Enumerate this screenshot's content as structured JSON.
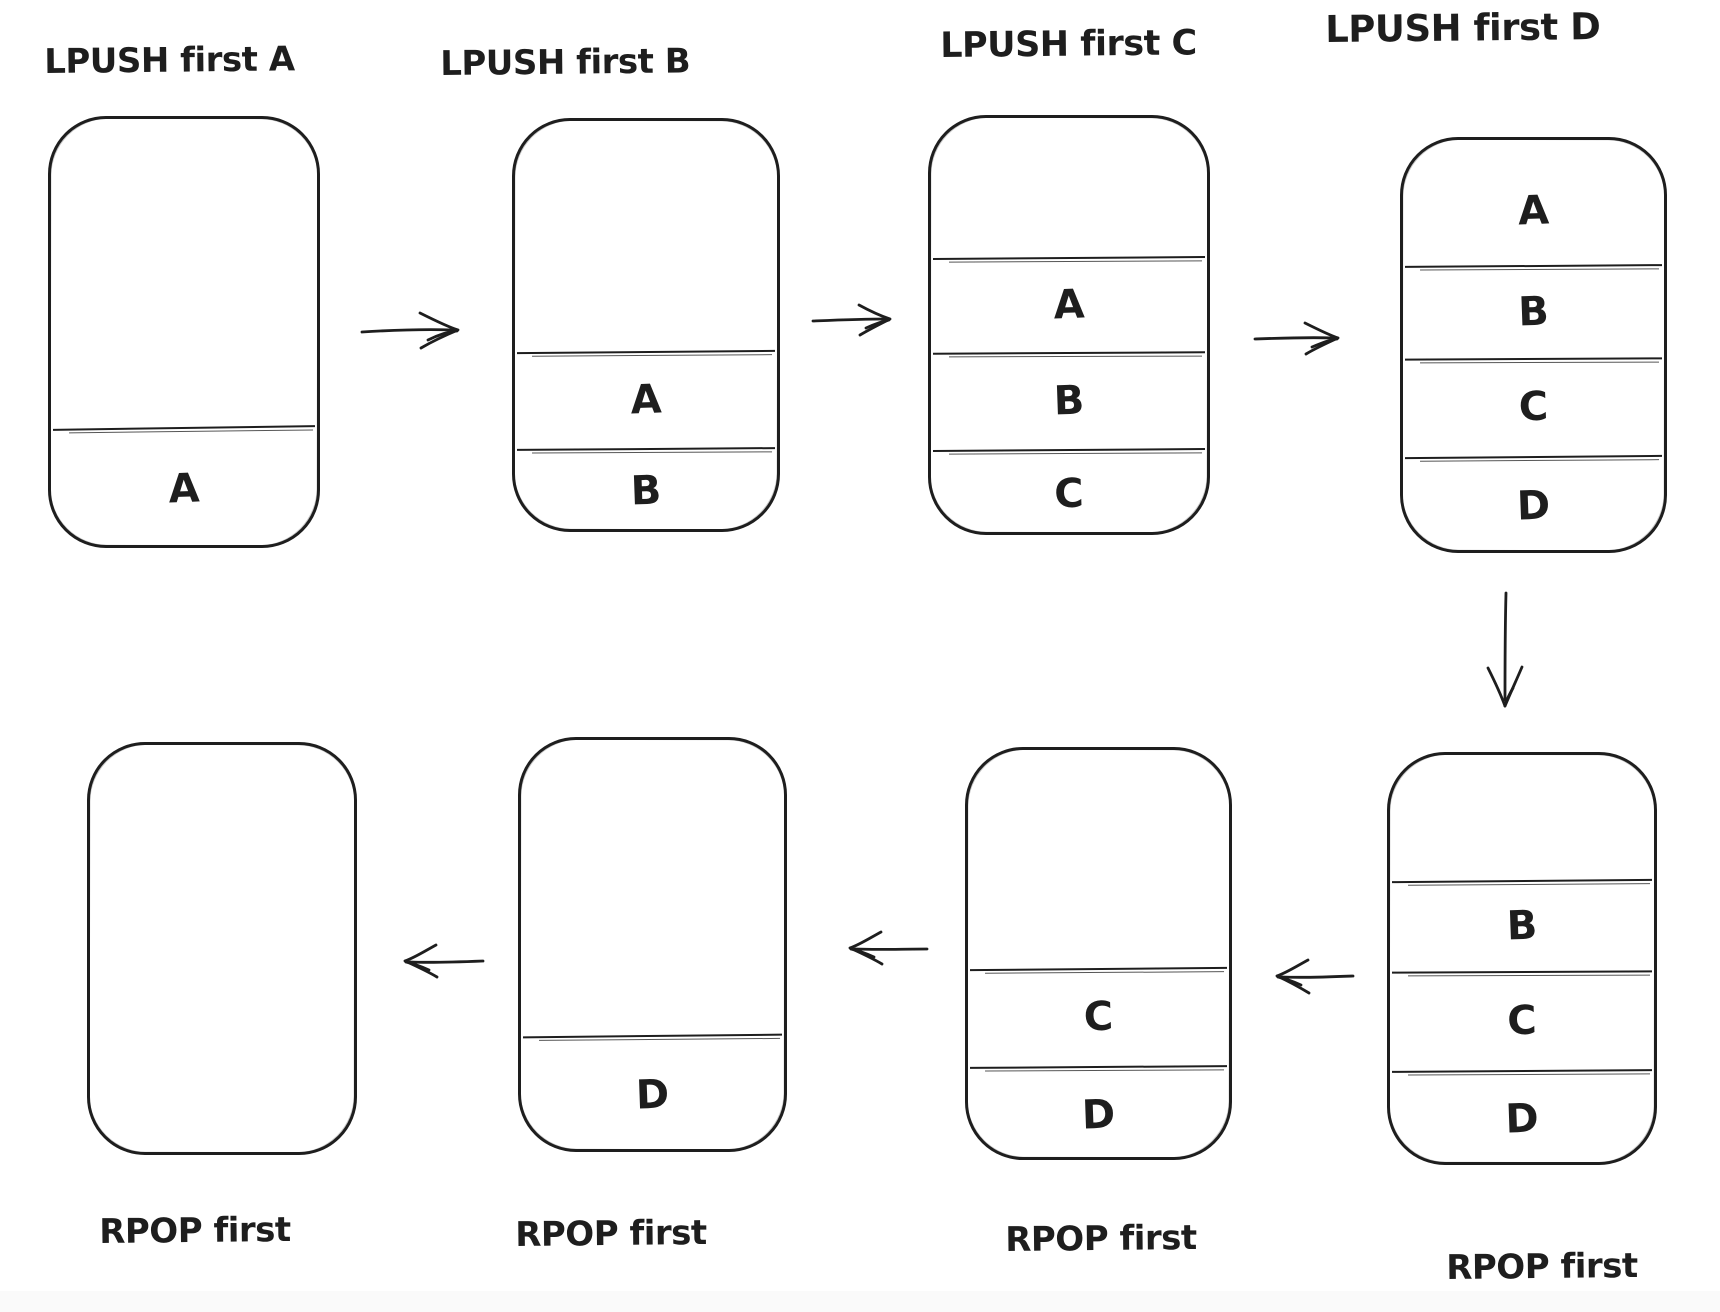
{
  "canvas": {
    "stroke_color": "#1e1e1e",
    "background_color": "#ffffff",
    "footer_strip_color": "#fafafa"
  },
  "lists": [
    {
      "id": "lpush-a",
      "label": "LPUSH first A",
      "items": [
        "A"
      ]
    },
    {
      "id": "lpush-b",
      "label": "LPUSH first B",
      "items": [
        "A",
        "B"
      ]
    },
    {
      "id": "lpush-c",
      "label": "LPUSH first C",
      "items": [
        "A",
        "B",
        "C"
      ]
    },
    {
      "id": "lpush-d",
      "label": "LPUSH first D",
      "items": [
        "A",
        "B",
        "C",
        "D"
      ]
    },
    {
      "id": "rpop-1",
      "label": "RPOP first",
      "items": [
        "B",
        "C",
        "D"
      ]
    },
    {
      "id": "rpop-2",
      "label": "RPOP first",
      "items": [
        "C",
        "D"
      ]
    },
    {
      "id": "rpop-3",
      "label": "RPOP first",
      "items": [
        "D"
      ]
    },
    {
      "id": "rpop-4",
      "label": "RPOP first",
      "items": []
    }
  ],
  "arrows": [
    {
      "from": "lpush-a",
      "to": "lpush-b",
      "direction": "right"
    },
    {
      "from": "lpush-b",
      "to": "lpush-c",
      "direction": "right"
    },
    {
      "from": "lpush-c",
      "to": "lpush-d",
      "direction": "right"
    },
    {
      "from": "lpush-d",
      "to": "rpop-1",
      "direction": "down"
    },
    {
      "from": "rpop-1",
      "to": "rpop-2",
      "direction": "left"
    },
    {
      "from": "rpop-2",
      "to": "rpop-3",
      "direction": "left"
    },
    {
      "from": "rpop-3",
      "to": "rpop-4",
      "direction": "left"
    }
  ]
}
